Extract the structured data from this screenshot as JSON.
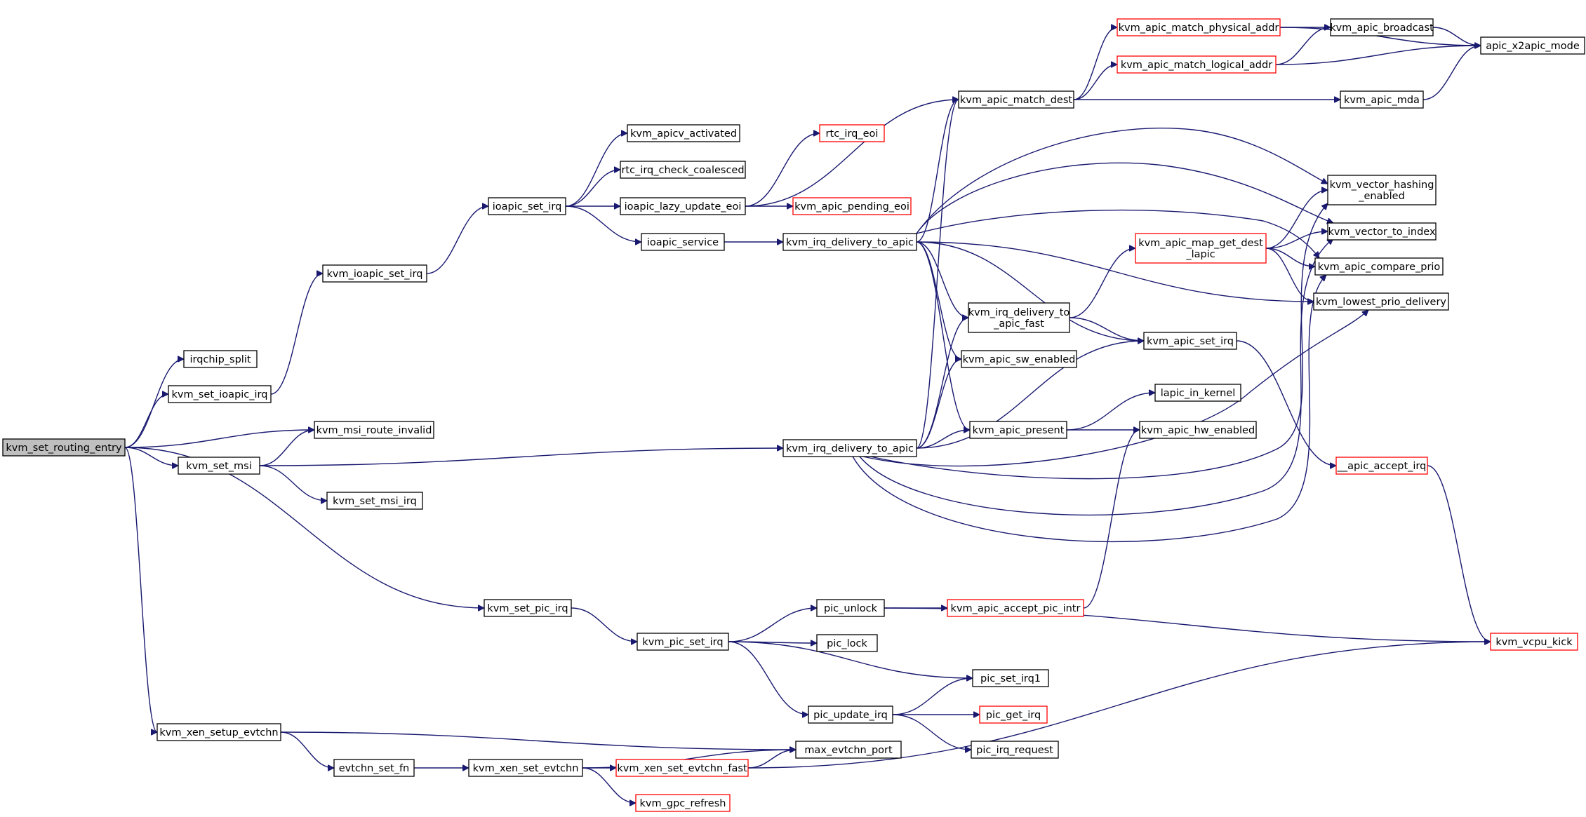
{
  "diagram": {
    "type": "call-graph",
    "colors": {
      "edge": "#191970",
      "node_border": "#000000",
      "node_border_truncated": "#ff0000",
      "root_fill": "#bfbfbf",
      "node_fill": "#ffffff"
    },
    "nodes": [
      {
        "id": "root",
        "label": "kvm_set_routing_entry",
        "style": "root"
      },
      {
        "id": "irqchip_split",
        "label": "irqchip_split"
      },
      {
        "id": "set_ioapic_irq",
        "label": "kvm_set_ioapic_irq"
      },
      {
        "id": "msi_route_invalid",
        "label": "kvm_msi_route_invalid"
      },
      {
        "id": "set_msi",
        "label": "kvm_set_msi"
      },
      {
        "id": "set_msi_irq",
        "label": "kvm_set_msi_irq"
      },
      {
        "id": "set_pic_irq",
        "label": "kvm_set_pic_irq"
      },
      {
        "id": "xen_setup_evtchn",
        "label": "kvm_xen_setup_evtchn"
      },
      {
        "id": "ioapic_set_irq_k",
        "label": "kvm_ioapic_set_irq"
      },
      {
        "id": "ioapic_set_irq",
        "label": "ioapic_set_irq"
      },
      {
        "id": "apicv_activated",
        "label": "kvm_apicv_activated"
      },
      {
        "id": "rtc_check_coalesced",
        "label": "rtc_irq_check_coalesced"
      },
      {
        "id": "lazy_update_eoi",
        "label": "ioapic_lazy_update_eoi"
      },
      {
        "id": "ioapic_service",
        "label": "ioapic_service"
      },
      {
        "id": "rtc_irq_eoi",
        "label": "rtc_irq_eoi",
        "style": "truncated"
      },
      {
        "id": "pending_eoi",
        "label": "kvm_apic_pending_eoi",
        "style": "truncated"
      },
      {
        "id": "irq_delivery_top",
        "label": "kvm_irq_delivery_to_apic"
      },
      {
        "id": "irq_delivery_mid",
        "label": "kvm_irq_delivery_to_apic"
      },
      {
        "id": "match_dest",
        "label": "kvm_apic_match_dest"
      },
      {
        "id": "match_phys",
        "label": "kvm_apic_match_physical_addr",
        "style": "truncated"
      },
      {
        "id": "match_log",
        "label": "kvm_apic_match_logical_addr",
        "style": "truncated"
      },
      {
        "id": "broadcast",
        "label": "kvm_apic_broadcast"
      },
      {
        "id": "x2apic",
        "label": "apic_x2apic_mode"
      },
      {
        "id": "mda",
        "label": "kvm_apic_mda"
      },
      {
        "id": "vector_hashing",
        "label": "kvm_vector_hashing\n_enabled"
      },
      {
        "id": "vector_to_index",
        "label": "kvm_vector_to_index"
      },
      {
        "id": "map_get_dest",
        "label": "kvm_apic_map_get_dest\n_lapic",
        "style": "truncated"
      },
      {
        "id": "compare_prio",
        "label": "kvm_apic_compare_prio"
      },
      {
        "id": "lowest_prio",
        "label": "kvm_lowest_prio_delivery"
      },
      {
        "id": "delivery_fast",
        "label": "kvm_irq_delivery_to\n_apic_fast"
      },
      {
        "id": "apic_set_irq",
        "label": "kvm_apic_set_irq"
      },
      {
        "id": "sw_enabled",
        "label": "kvm_apic_sw_enabled"
      },
      {
        "id": "lapic_in_kernel",
        "label": "lapic_in_kernel"
      },
      {
        "id": "apic_present",
        "label": "kvm_apic_present"
      },
      {
        "id": "hw_enabled",
        "label": "kvm_apic_hw_enabled"
      },
      {
        "id": "accept_irq",
        "label": "__apic_accept_irq",
        "style": "truncated"
      },
      {
        "id": "vcpu_kick",
        "label": "kvm_vcpu_kick",
        "style": "truncated"
      },
      {
        "id": "pic_set_irq",
        "label": "kvm_pic_set_irq"
      },
      {
        "id": "pic_unlock",
        "label": "pic_unlock"
      },
      {
        "id": "accept_pic_intr",
        "label": "kvm_apic_accept_pic_intr",
        "style": "truncated"
      },
      {
        "id": "pic_lock",
        "label": "pic_lock"
      },
      {
        "id": "pic_set_irq1",
        "label": "pic_set_irq1"
      },
      {
        "id": "pic_update_irq",
        "label": "pic_update_irq"
      },
      {
        "id": "pic_get_irq",
        "label": "pic_get_irq",
        "style": "truncated"
      },
      {
        "id": "pic_irq_request",
        "label": "pic_irq_request"
      },
      {
        "id": "max_evtchn_port",
        "label": "max_evtchn_port"
      },
      {
        "id": "evtchn_set_fn",
        "label": "evtchn_set_fn"
      },
      {
        "id": "xen_set_evtchn",
        "label": "kvm_xen_set_evtchn"
      },
      {
        "id": "xen_set_evtchn_fast",
        "label": "kvm_xen_set_evtchn_fast",
        "style": "truncated"
      },
      {
        "id": "gpc_refresh",
        "label": "kvm_gpc_refresh",
        "style": "truncated"
      }
    ],
    "edges": [
      [
        "root",
        "irqchip_split"
      ],
      [
        "root",
        "set_ioapic_irq"
      ],
      [
        "root",
        "msi_route_invalid"
      ],
      [
        "root",
        "set_msi"
      ],
      [
        "root",
        "set_pic_irq"
      ],
      [
        "root",
        "xen_setup_evtchn"
      ],
      [
        "set_ioapic_irq",
        "ioapic_set_irq_k"
      ],
      [
        "ioapic_set_irq_k",
        "ioapic_set_irq"
      ],
      [
        "ioapic_set_irq",
        "apicv_activated"
      ],
      [
        "ioapic_set_irq",
        "rtc_check_coalesced"
      ],
      [
        "ioapic_set_irq",
        "lazy_update_eoi"
      ],
      [
        "ioapic_set_irq",
        "ioapic_service"
      ],
      [
        "lazy_update_eoi",
        "rtc_irq_eoi"
      ],
      [
        "lazy_update_eoi",
        "pending_eoi"
      ],
      [
        "lazy_update_eoi",
        "match_dest"
      ],
      [
        "ioapic_service",
        "irq_delivery_top"
      ],
      [
        "match_dest",
        "match_phys"
      ],
      [
        "match_dest",
        "match_log"
      ],
      [
        "match_dest",
        "mda"
      ],
      [
        "match_phys",
        "broadcast"
      ],
      [
        "match_phys",
        "x2apic"
      ],
      [
        "match_log",
        "broadcast"
      ],
      [
        "match_log",
        "x2apic"
      ],
      [
        "broadcast",
        "x2apic"
      ],
      [
        "mda",
        "x2apic"
      ],
      [
        "irq_delivery_top",
        "match_dest"
      ],
      [
        "irq_delivery_top",
        "vector_hashing"
      ],
      [
        "irq_delivery_top",
        "vector_to_index"
      ],
      [
        "irq_delivery_top",
        "compare_prio"
      ],
      [
        "irq_delivery_top",
        "lowest_prio"
      ],
      [
        "irq_delivery_top",
        "delivery_fast"
      ],
      [
        "irq_delivery_top",
        "sw_enabled"
      ],
      [
        "irq_delivery_top",
        "apic_present"
      ],
      [
        "irq_delivery_top",
        "apic_set_irq"
      ],
      [
        "map_get_dest",
        "vector_hashing"
      ],
      [
        "map_get_dest",
        "vector_to_index"
      ],
      [
        "map_get_dest",
        "compare_prio"
      ],
      [
        "map_get_dest",
        "lowest_prio"
      ],
      [
        "delivery_fast",
        "map_get_dest"
      ],
      [
        "delivery_fast",
        "apic_set_irq"
      ],
      [
        "apic_set_irq",
        "accept_irq"
      ],
      [
        "accept_irq",
        "vcpu_kick"
      ],
      [
        "apic_present",
        "lapic_in_kernel"
      ],
      [
        "apic_present",
        "hw_enabled"
      ],
      [
        "set_msi",
        "msi_route_invalid"
      ],
      [
        "set_msi",
        "set_msi_irq"
      ],
      [
        "set_msi",
        "irq_delivery_mid"
      ],
      [
        "irq_delivery_mid",
        "match_dest"
      ],
      [
        "irq_delivery_mid",
        "delivery_fast"
      ],
      [
        "irq_delivery_mid",
        "sw_enabled"
      ],
      [
        "irq_delivery_mid",
        "apic_set_irq"
      ],
      [
        "irq_delivery_mid",
        "apic_present"
      ],
      [
        "irq_delivery_mid",
        "vector_hashing"
      ],
      [
        "irq_delivery_mid",
        "vector_to_index"
      ],
      [
        "irq_delivery_mid",
        "compare_prio"
      ],
      [
        "irq_delivery_mid",
        "lowest_prio"
      ],
      [
        "set_pic_irq",
        "pic_set_irq"
      ],
      [
        "pic_set_irq",
        "pic_unlock"
      ],
      [
        "pic_set_irq",
        "pic_lock"
      ],
      [
        "pic_set_irq",
        "pic_set_irq1"
      ],
      [
        "pic_set_irq",
        "pic_update_irq"
      ],
      [
        "pic_unlock",
        "accept_pic_intr"
      ],
      [
        "pic_unlock",
        "vcpu_kick"
      ],
      [
        "accept_pic_intr",
        "hw_enabled"
      ],
      [
        "pic_update_irq",
        "pic_set_irq1"
      ],
      [
        "pic_update_irq",
        "pic_get_irq"
      ],
      [
        "pic_update_irq",
        "pic_irq_request"
      ],
      [
        "xen_setup_evtchn",
        "max_evtchn_port"
      ],
      [
        "xen_setup_evtchn",
        "evtchn_set_fn"
      ],
      [
        "evtchn_set_fn",
        "xen_set_evtchn"
      ],
      [
        "xen_set_evtchn",
        "xen_set_evtchn_fast"
      ],
      [
        "xen_set_evtchn",
        "max_evtchn_port"
      ],
      [
        "xen_set_evtchn",
        "gpc_refresh"
      ],
      [
        "xen_set_evtchn_fast",
        "max_evtchn_port"
      ],
      [
        "xen_set_evtchn_fast",
        "vcpu_kick"
      ]
    ]
  }
}
